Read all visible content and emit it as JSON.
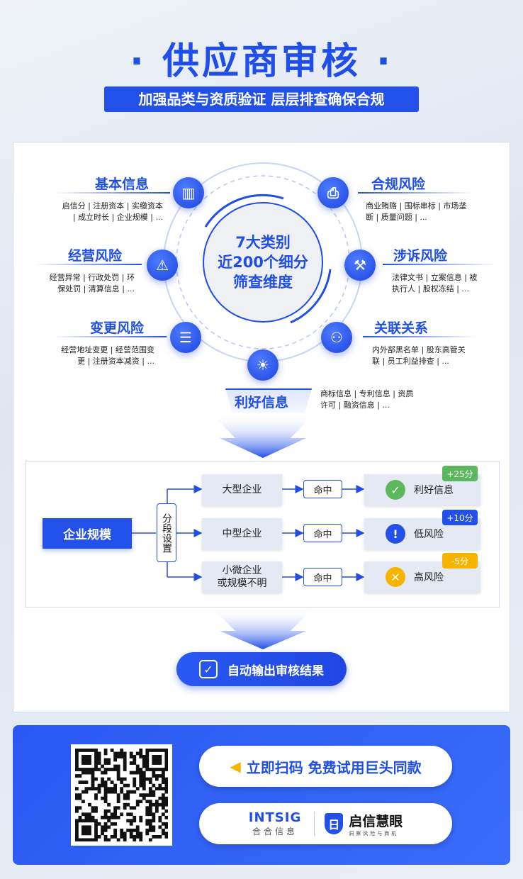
{
  "title": "· 供应商审核 ·",
  "subtitle": "加强品类与资质验证 层层排查确保合规",
  "center": {
    "line1": "7大类别",
    "line2": "近200个细分",
    "line3": "筛查维度"
  },
  "categories": [
    {
      "name": "基本信息",
      "desc1": "启信分 | 注册资本 | 实缴资本",
      "desc2": "| 成立时长 | 企业规模 | ...",
      "icon": "building-icon"
    },
    {
      "name": "经营风险",
      "desc1": "经营异常 | 行政处罚 | 环",
      "desc2": "保处罚 | 清算信息 | ...",
      "icon": "warning-icon"
    },
    {
      "name": "变更风险",
      "desc1": "经营地址变更 | 经营范围变",
      "desc2": "更 | 注册资本减资 | ...",
      "icon": "list-icon"
    },
    {
      "name": "合规风险",
      "desc1": "商业贿赂 | 围标串标 | 市场垄",
      "desc2": "断 | 质量问题 | ...",
      "icon": "document-search-icon"
    },
    {
      "name": "涉诉风险",
      "desc1": "法律文书 | 立案信息 | 被",
      "desc2": "执行人 | 股权冻结 | ...",
      "icon": "gavel-icon"
    },
    {
      "name": "关联关系",
      "desc1": "内外部黑名单 | 股东高管关",
      "desc2": "联 | 员工利益排查 | ...",
      "icon": "network-icon"
    },
    {
      "name": "利好信息",
      "desc1": "商标信息 | 专利信息 | 资质",
      "desc2": "许可 | 融资信息 | ...",
      "icon": "lightbulb-icon"
    }
  ],
  "flow": {
    "source": "企业规模",
    "segment": "分段设置",
    "hit": "命中",
    "rows": [
      {
        "size": "大型企业",
        "result": "利好信息",
        "score": "+25分",
        "color": "#5cb85c"
      },
      {
        "size": "中型企业",
        "result": "低风险",
        "score": "+10分",
        "color": "#2450ea"
      },
      {
        "size": "小微企业\n或规模不明",
        "size1": "小微企业",
        "size2": "或规模不明",
        "result": "高风险",
        "score": "-5分",
        "color": "#f5b400"
      }
    ],
    "output": "自动输出审核结果"
  },
  "cta": "立即扫码 免费试用巨头同款",
  "logos": {
    "intsig": "INTSIG",
    "intsig_cn": "合合信息",
    "qixin": "启信慧眼",
    "qixin_tag": "洞察风险与商机"
  }
}
